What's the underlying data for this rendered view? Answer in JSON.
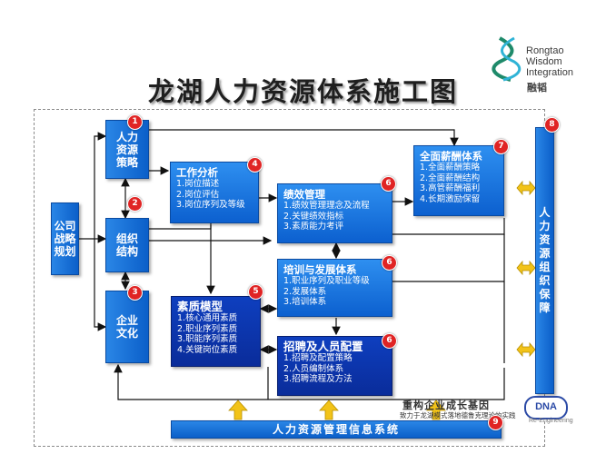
{
  "title": "龙湖人力资源体系施工图",
  "logo": {
    "line1": "Rongtao",
    "line2": "Wisdom",
    "line3": "Integration",
    "cn": "融韬"
  },
  "left_box": {
    "l1": "公司",
    "l2": "战略",
    "l3": "规划"
  },
  "col_boxes": [
    {
      "num": "1",
      "l1": "人力",
      "l2": "资源",
      "l3": "策略"
    },
    {
      "num": "2",
      "l1": "组织",
      "l2": "结构"
    },
    {
      "num": "3",
      "l1": "企业",
      "l2": "文化"
    }
  ],
  "job_analysis": {
    "num": "4",
    "title": "工作分析",
    "items": [
      "1.岗位描述",
      "2.岗位评估",
      "3.岗位序列及等级"
    ]
  },
  "competency": {
    "num": "5",
    "title": "素质模型",
    "items": [
      "1.核心通用素质",
      "2.职业序列素质",
      "3.职能序列素质",
      "4.关键岗位素质"
    ]
  },
  "performance": {
    "num": "6",
    "title": "绩效管理",
    "items": [
      "1.绩效管理理念及流程",
      "2.关键绩效指标",
      "3.素质能力考评"
    ]
  },
  "training": {
    "num": "6",
    "title": "培训与发展体系",
    "items": [
      "1.职业序列及职业等级",
      "2.发展体系",
      "3.培训体系"
    ]
  },
  "recruit": {
    "num": "6",
    "title": "招聘及人员配置",
    "items": [
      "1.招聘及配置策略",
      "2.人员编制体系",
      "3.招聘流程及方法"
    ]
  },
  "compensation": {
    "num": "7",
    "title": "全面薪酬体系",
    "items": [
      "1.全面薪酬策略",
      "2.全面薪酬结构",
      "3.高管薪酬福利",
      "4.长期激励保留"
    ]
  },
  "org_support": {
    "num": "8",
    "chars": [
      "人",
      "力",
      "资",
      "源",
      "组",
      "织",
      "保",
      "障"
    ]
  },
  "info_system": {
    "num": "9",
    "label": "人力资源管理信息系统"
  },
  "slogan": {
    "main": "重构企业成长基因",
    "sub": "致力于龙湖模式落地德鲁克理论的实践"
  },
  "brand": {
    "mark": "DNA",
    "sub": "Re-Engineering"
  },
  "colors": {
    "box_blue": "#1575e0",
    "dark_blue": "#0b34a8",
    "badge_red": "#e02424",
    "arrow_yellow": "#f0c419"
  }
}
